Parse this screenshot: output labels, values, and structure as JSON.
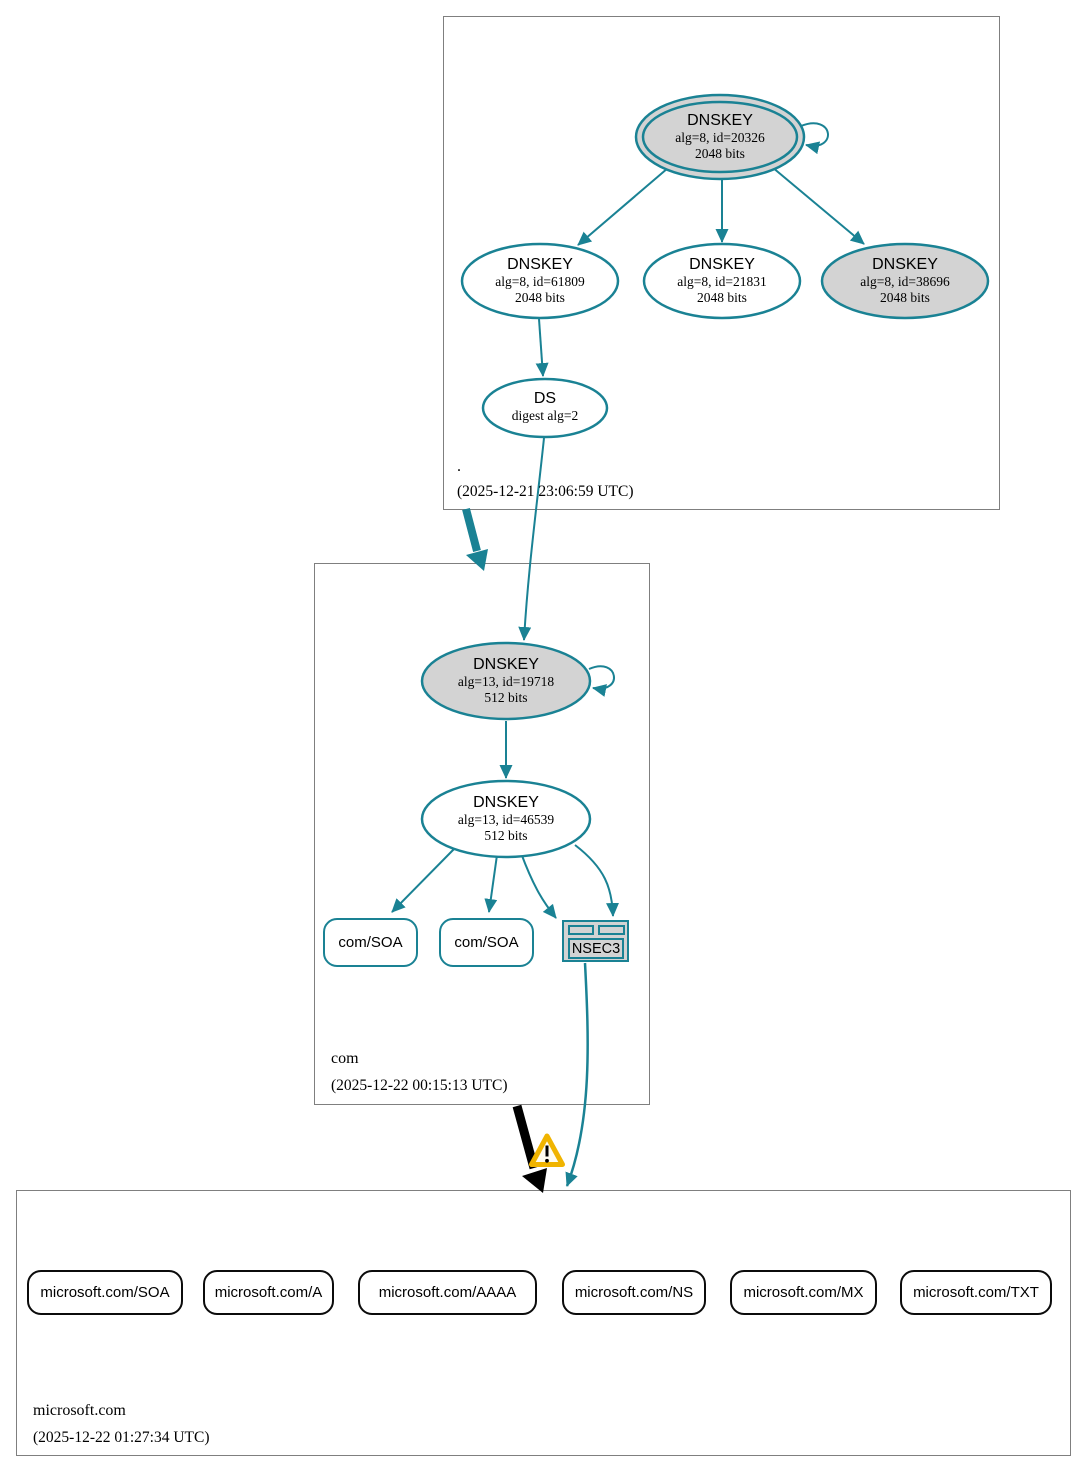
{
  "colors": {
    "accent_teal": "#1a8294",
    "node_fill_gray": "#d3d3d3",
    "node_fill_white": "#ffffff",
    "zone_border_gray": "#7f7f7f",
    "rrset_border_black": "#0b0b0b",
    "warning_yellow": "#f0b400"
  },
  "icons": {
    "warning": "⚠"
  },
  "root_zone": {
    "name": ".",
    "timestamp": "(2025-12-21 23:06:59 UTC)",
    "ksk": {
      "type": "DNSKEY",
      "params": "alg=8, id=20326",
      "bits": "2048 bits"
    },
    "zsk_a": {
      "type": "DNSKEY",
      "params": "alg=8, id=61809",
      "bits": "2048 bits"
    },
    "zsk_b": {
      "type": "DNSKEY",
      "params": "alg=8, id=21831",
      "bits": "2048 bits"
    },
    "zsk_c": {
      "type": "DNSKEY",
      "params": "alg=8, id=38696",
      "bits": "2048 bits"
    },
    "ds": {
      "type": "DS",
      "params": "digest alg=2"
    }
  },
  "com_zone": {
    "name": "com",
    "timestamp": "(2025-12-22 00:15:13 UTC)",
    "ksk": {
      "type": "DNSKEY",
      "params": "alg=13, id=19718",
      "bits": "512 bits"
    },
    "zsk": {
      "type": "DNSKEY",
      "params": "alg=13, id=46539",
      "bits": "512 bits"
    },
    "soa_left": "com/SOA",
    "soa_right": "com/SOA",
    "nsec3": "NSEC3"
  },
  "microsoft_zone": {
    "name": "microsoft.com",
    "timestamp": "(2025-12-22 01:27:34 UTC)",
    "rrsets": [
      "microsoft.com/SOA",
      "microsoft.com/A",
      "microsoft.com/AAAA",
      "microsoft.com/NS",
      "microsoft.com/MX",
      "microsoft.com/TXT"
    ]
  }
}
